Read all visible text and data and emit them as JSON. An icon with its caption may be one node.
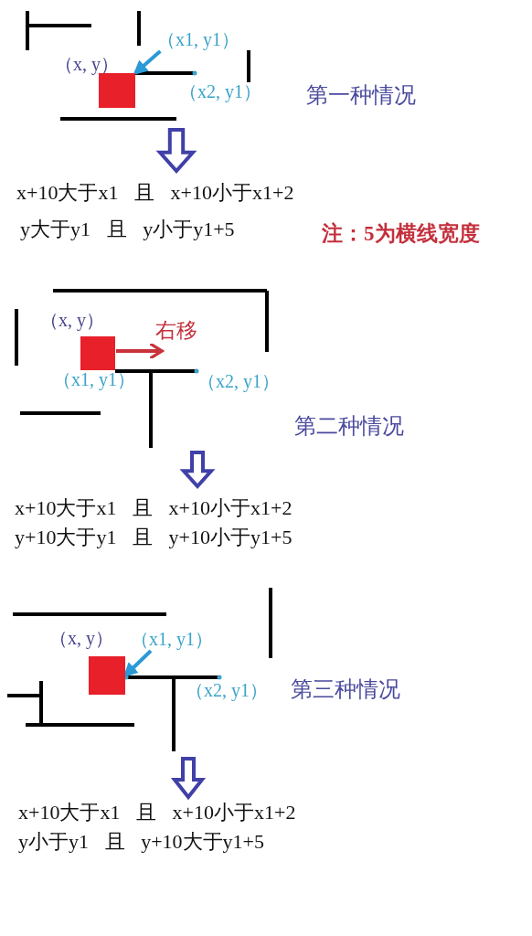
{
  "diagram": {
    "nodes": [
      {
        "text": [
          "（x1, y1）"
        ]
      },
      {
        "text": [],
        "shape": "box",
        "beside": [
          "（x, y）"
        ]
      },
      {
        "text": [],
        "shape": "box",
        "beside": [
          "（x, y）"
        ]
      },
      {
        "text": [
          "（x1, y1）"
        ]
      },
      {
        "text": [],
        "shape": "box",
        "beside": [
          "（x, y）"
        ]
      }
    ],
    "edges": [
      {
        "from": 0,
        "to": 1,
        "arrow": "to"
      },
      {
        "from": 3,
        "to": 4,
        "arrow": "to"
      }
    ],
    "labels": [
      "（x2, y1）",
      "第一种情况",
      "x+10大于x1 且 x+10小于x1+2",
      "y大于y1 且 y小于y1+5",
      "注：5为横线宽度",
      "右移",
      "（x1, y1）",
      "（x2, y1）",
      "第二种情况",
      "x+10大于x1 且 x+10小于x1+2",
      "y+10大于y1 且 y+10小于y1+5",
      "（x2, y1）",
      "第三种情况",
      "x+10大于x1 且 x+10小于x1+2",
      "y小于y1 且 y+10大于y1+5"
    ]
  }
}
